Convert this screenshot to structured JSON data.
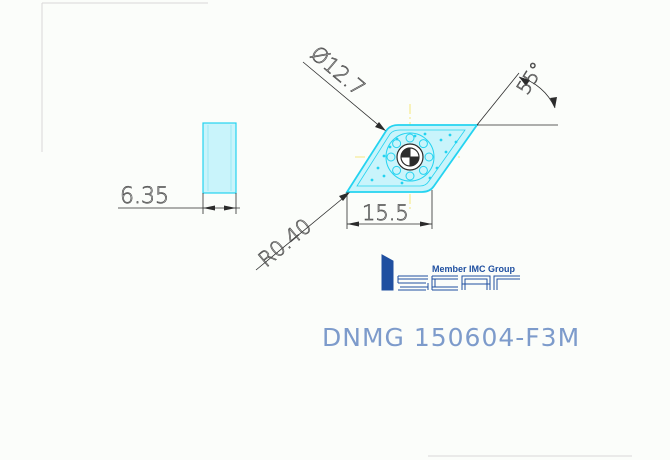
{
  "colors": {
    "background": "#fbfdfa",
    "line": "#2b2b2b",
    "insert_outline": "#24d3f0",
    "insert_fill": "#c9f4fb",
    "centerline": "#f5e05a",
    "brand": "#1f4fa0",
    "product_code": "#7d9bcb"
  },
  "dimensions": {
    "diameter": "Ø12.7",
    "angle": "55°",
    "thickness": "6.35",
    "length": "15.5",
    "corner_radius": "R0.40"
  },
  "logo": {
    "tagline": "Member IMC Group",
    "brand_icon": "iscar-logo"
  },
  "product_code": "DNMG 150604-F3M"
}
